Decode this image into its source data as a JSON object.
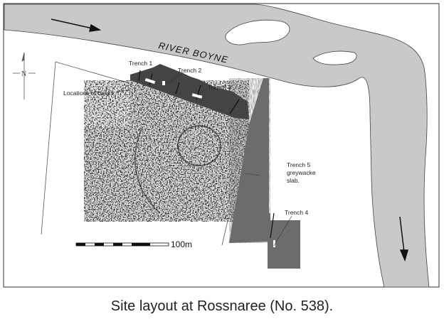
{
  "map": {
    "river_label": "RIVER BOYNE",
    "north_label": "N",
    "labels": {
      "trench1": "Trench 1",
      "trench2": "Trench 2",
      "trench3": "Trench 3",
      "trench4": "Trench 4",
      "trench5_line1": "Trench 5",
      "trench5_line2": "greywacke",
      "trench5_line3": "slab.",
      "banks": "Locations of banks"
    },
    "scale_label": "100m",
    "colors": {
      "river": "#c8c9cb",
      "outline": "#444444"
    }
  },
  "caption": "Site layout at Rossnaree (No. 538)."
}
